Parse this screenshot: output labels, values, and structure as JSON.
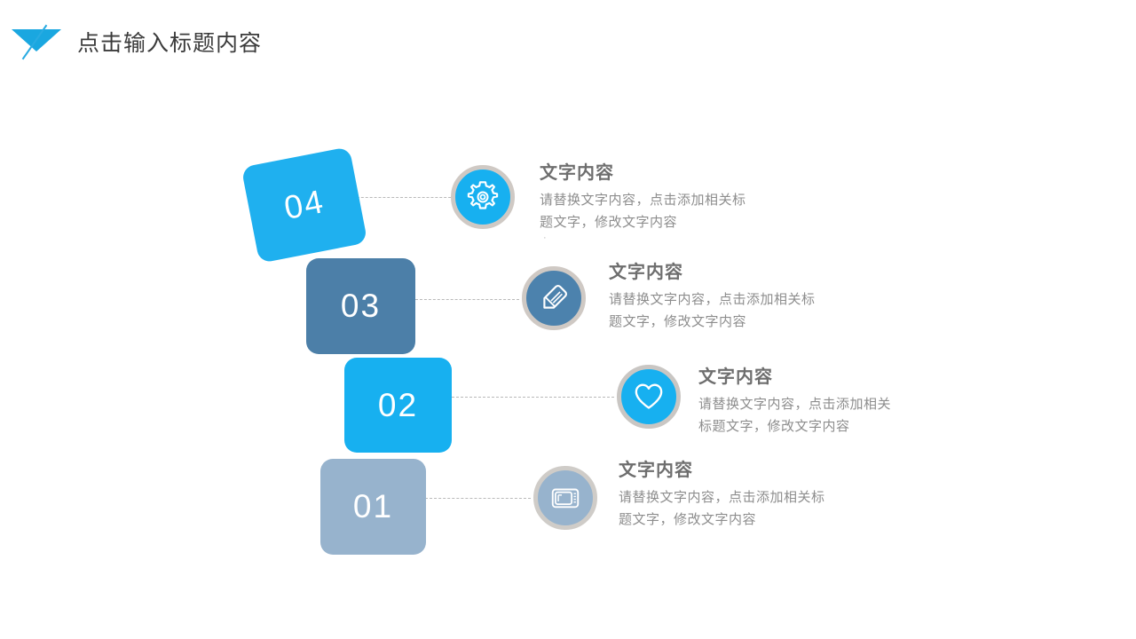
{
  "header": {
    "title": "点击输入标题内容",
    "triangle_icon": "triangle-down-icon",
    "accent_color": "#1aa7e0"
  },
  "theme": {
    "bright_blue": "#17b0f0",
    "steel_blue": "#4c7fa8",
    "muted_blue": "#97b3cd",
    "ring_gray": "#cfc9c4",
    "title_gray": "#6e6e6e",
    "body_gray": "#8d8d8d"
  },
  "artifact": {
    "dot": "·"
  },
  "items": [
    {
      "number": "04",
      "icon": "gear-icon",
      "card_color": "#1fb0ef",
      "circle_color": "#17b0f0",
      "title": "文字内容",
      "body": "请替换文字内容，点击添加相关标\n题文字，修改文字内容"
    },
    {
      "number": "03",
      "icon": "pencil-icon",
      "card_color": "#4c7fa8",
      "circle_color": "#4c82ad",
      "title": "文字内容",
      "body": "请替换文字内容，点击添加相关标\n题文字，修改文字内容"
    },
    {
      "number": "02",
      "icon": "heart-icon",
      "card_color": "#17b0f0",
      "circle_color": "#17b0f0",
      "title": "文字内容",
      "body": "请替换文字内容，点击添加相关\n标题文字，修改文字内容"
    },
    {
      "number": "01",
      "icon": "tv-icon",
      "card_color": "#97b3cd",
      "circle_color": "#97b3cd",
      "title": "文字内容",
      "body": "请替换文字内容，点击添加相关标\n题文字，修改文字内容"
    }
  ]
}
